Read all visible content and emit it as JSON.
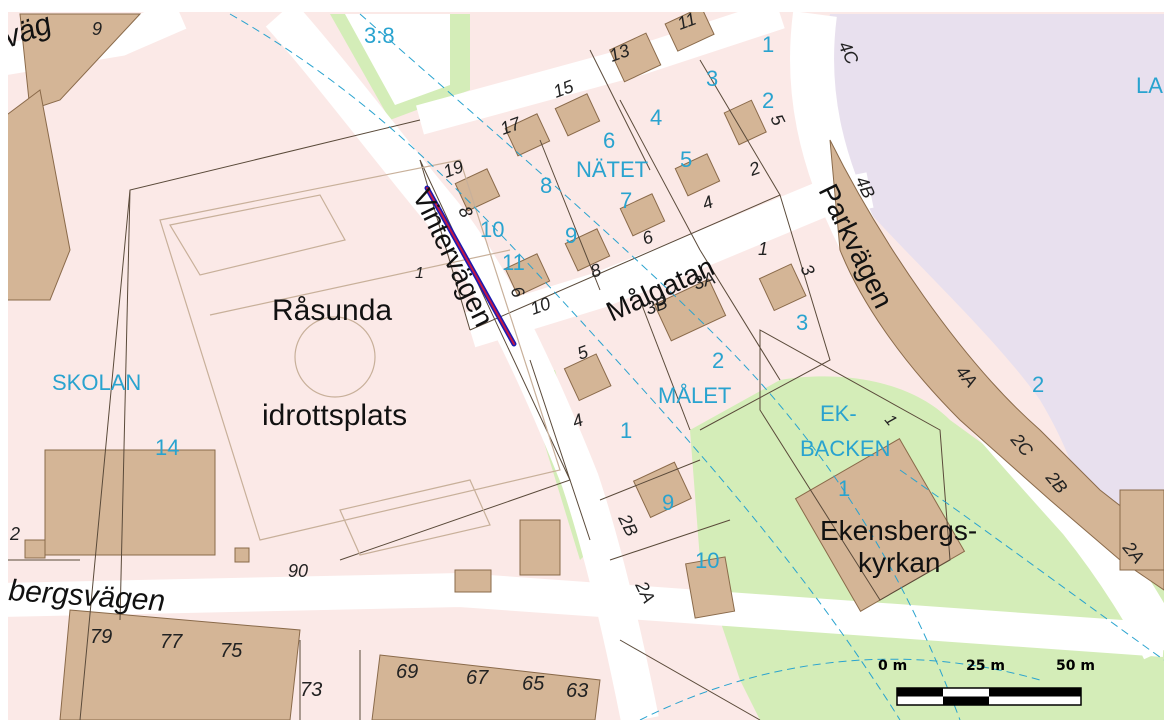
{
  "colors": {
    "plot": "#fbe9e7",
    "road": "#ffffff",
    "building": "#d4b596",
    "green": "#d4edb8",
    "purple_area": "#e8e0ee",
    "water_blue": "#29a3cf",
    "route_blue": "#1a1ab0",
    "route_red": "#c0184a",
    "outline": "#5a4a3a"
  },
  "roads": {
    "vintervagen": "Vintervägen",
    "malgatan": "Målgatan",
    "parkvagen": "Parkvägen",
    "bergsvagen": "bergsvägen",
    "top_left": "väg"
  },
  "places": {
    "rasunda": "Råsunda",
    "idrottsplats": "idrottsplats",
    "kyrka_1": "Ekensbergs-",
    "kyrka_2": "kyrkan"
  },
  "blocks": {
    "skolan": "SKOLAN",
    "natet": "NÄTET",
    "malet": "MÅLET",
    "ekbacken_1": "EK-",
    "ekbacken_2": "BACKEN",
    "la": "LA"
  },
  "parcels": {
    "p38": "3:8",
    "p14": "14",
    "p1a": "1",
    "p3a": "3",
    "p2a": "2",
    "p6": "6",
    "p4": "4",
    "p5": "5",
    "p8": "8",
    "p7": "7",
    "p10": "10",
    "p9": "9",
    "p11": "11",
    "p3b": "3",
    "p2b": "2",
    "p1b": "1",
    "p9b": "9",
    "p10b": "10",
    "p1c": "1",
    "p2c": "2"
  },
  "addresses": {
    "a9": "9",
    "a11": "11",
    "a13": "13",
    "a15": "15",
    "a17": "17",
    "a19": "19",
    "a4c": "4C",
    "a5": "5",
    "a2": "2",
    "a4": "4",
    "a6": "6",
    "a8": "8",
    "a8b": "8",
    "a6b": "6",
    "a10": "10",
    "a1": "1",
    "a3": "3",
    "a3b": "3B",
    "a3a": "3A",
    "a5b": "5",
    "a4b": "4",
    "a2b": "2B",
    "a2a": "2A",
    "a1b": "1",
    "a4b2": "4B",
    "a4a": "4A",
    "a2c": "2C",
    "a2b2": "2B",
    "a2a2": "2A",
    "a1c": "1",
    "a90": "90",
    "a2d": "2",
    "a79": "79",
    "a77": "77",
    "a75": "75",
    "a73": "73",
    "a69": "69",
    "a67": "67",
    "a65": "65",
    "a63": "63"
  },
  "scale": {
    "t0": "0 m",
    "t25": "25 m",
    "t50": "50 m"
  }
}
